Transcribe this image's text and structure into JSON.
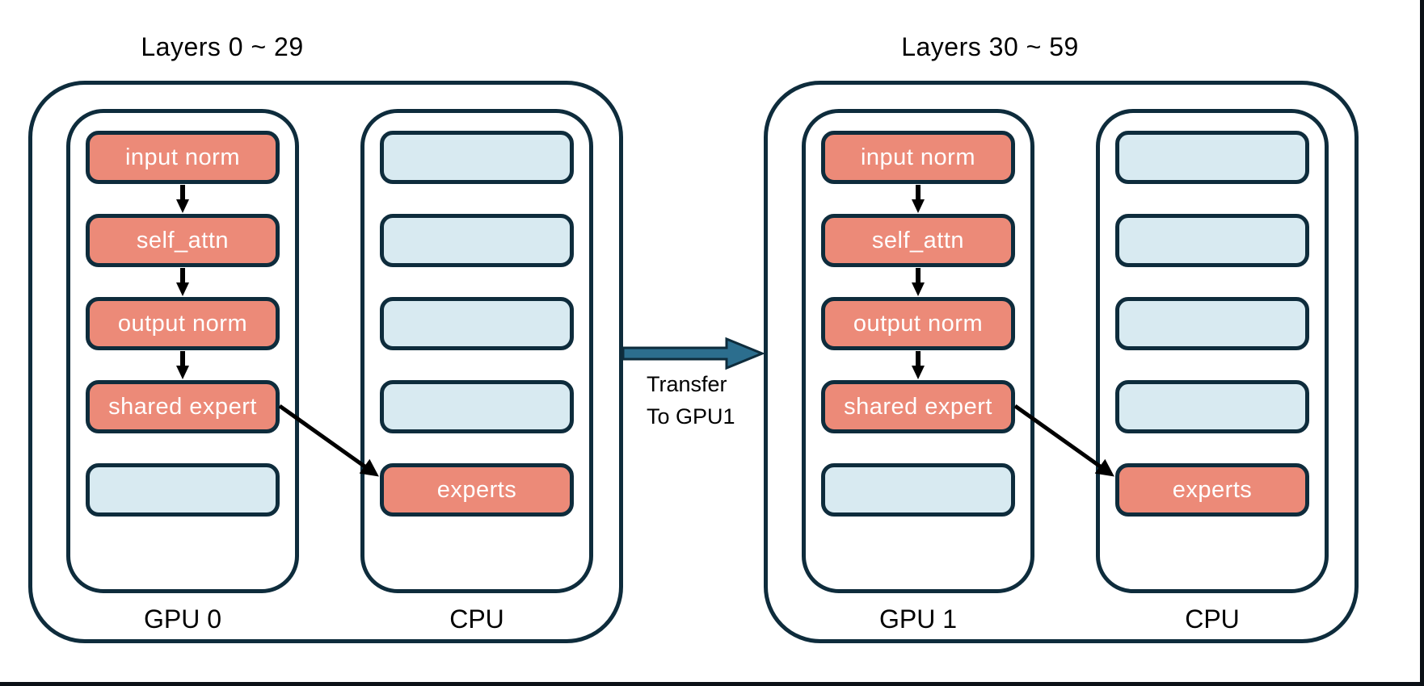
{
  "diagram": {
    "groups": [
      {
        "title": "Layers 0 ~ 29",
        "gpu": {
          "label": "GPU 0",
          "blocks": [
            "input norm",
            "self_attn",
            "output norm",
            "shared expert"
          ],
          "empty_slots": 1
        },
        "cpu": {
          "label": "CPU",
          "empty_slots": 4,
          "blocks": [
            "experts"
          ]
        }
      },
      {
        "title": "Layers 30 ~ 59",
        "gpu": {
          "label": "GPU 1",
          "blocks": [
            "input norm",
            "self_attn",
            "output norm",
            "shared expert"
          ],
          "empty_slots": 1
        },
        "cpu": {
          "label": "CPU",
          "empty_slots": 4,
          "blocks": [
            "experts"
          ]
        }
      }
    ],
    "transfer": {
      "label_line1": "Transfer",
      "label_line2": "To GPU1"
    },
    "colors": {
      "module": "#EC8A78",
      "empty": "#D8EAF1",
      "outline": "#0E2C3C",
      "transfer_arrow": "#2C6E8E",
      "text_on_module": "#FFFFFF",
      "label_text": "#000000"
    }
  }
}
